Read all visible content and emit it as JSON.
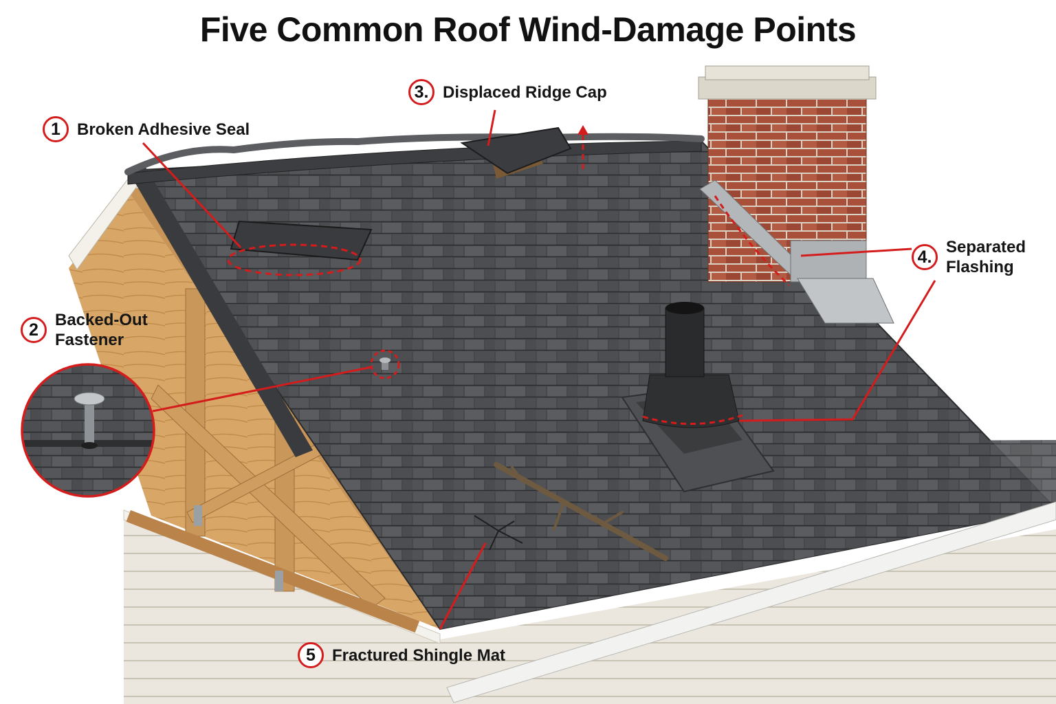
{
  "title": "Five Common Roof Wind-Damage Points",
  "callouts": [
    {
      "number": "1",
      "label": "Broken Adhesive Seal"
    },
    {
      "number": "2",
      "label_lines": [
        "Backed-Out",
        "Fastener"
      ]
    },
    {
      "number": "3.",
      "label": "Displaced Ridge Cap"
    },
    {
      "number": "4.",
      "label_lines": [
        "Separated",
        "Flashing"
      ]
    },
    {
      "number": "5",
      "label": "Fractured Shingle Mat"
    }
  ],
  "colors": {
    "callout_red": "#d51c1c",
    "shingle_dark": "#3c3d3f",
    "shingle_light": "#55575a",
    "brick": "#a54d36",
    "lumber": "#d6a565",
    "siding": "#e9e5dc",
    "flashing": "#aeb2b5"
  },
  "icons": [
    "nail-icon",
    "pipe-vent-icon",
    "chimney-icon",
    "branch-icon"
  ]
}
